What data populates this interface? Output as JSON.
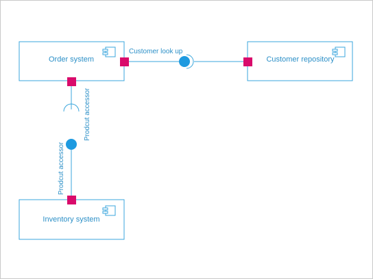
{
  "colors": {
    "line": "#3aa6dc",
    "text": "#2b8fc7",
    "port": "#d90b6b",
    "provided": "#1e9ae0"
  },
  "components": [
    {
      "id": "order",
      "label": "Order system",
      "icon": "component-icon"
    },
    {
      "id": "repo",
      "label": "Customer repository",
      "icon": "component-icon"
    },
    {
      "id": "inventory",
      "label": "Inventory system",
      "icon": "component-icon"
    }
  ],
  "interfaces": [
    {
      "id": "customer-look-up",
      "label": "Customer look up"
    },
    {
      "id": "required-accessor",
      "label": "Prodcut accessor"
    },
    {
      "id": "provided-accessor",
      "label": "Prodcut accessor"
    }
  ]
}
